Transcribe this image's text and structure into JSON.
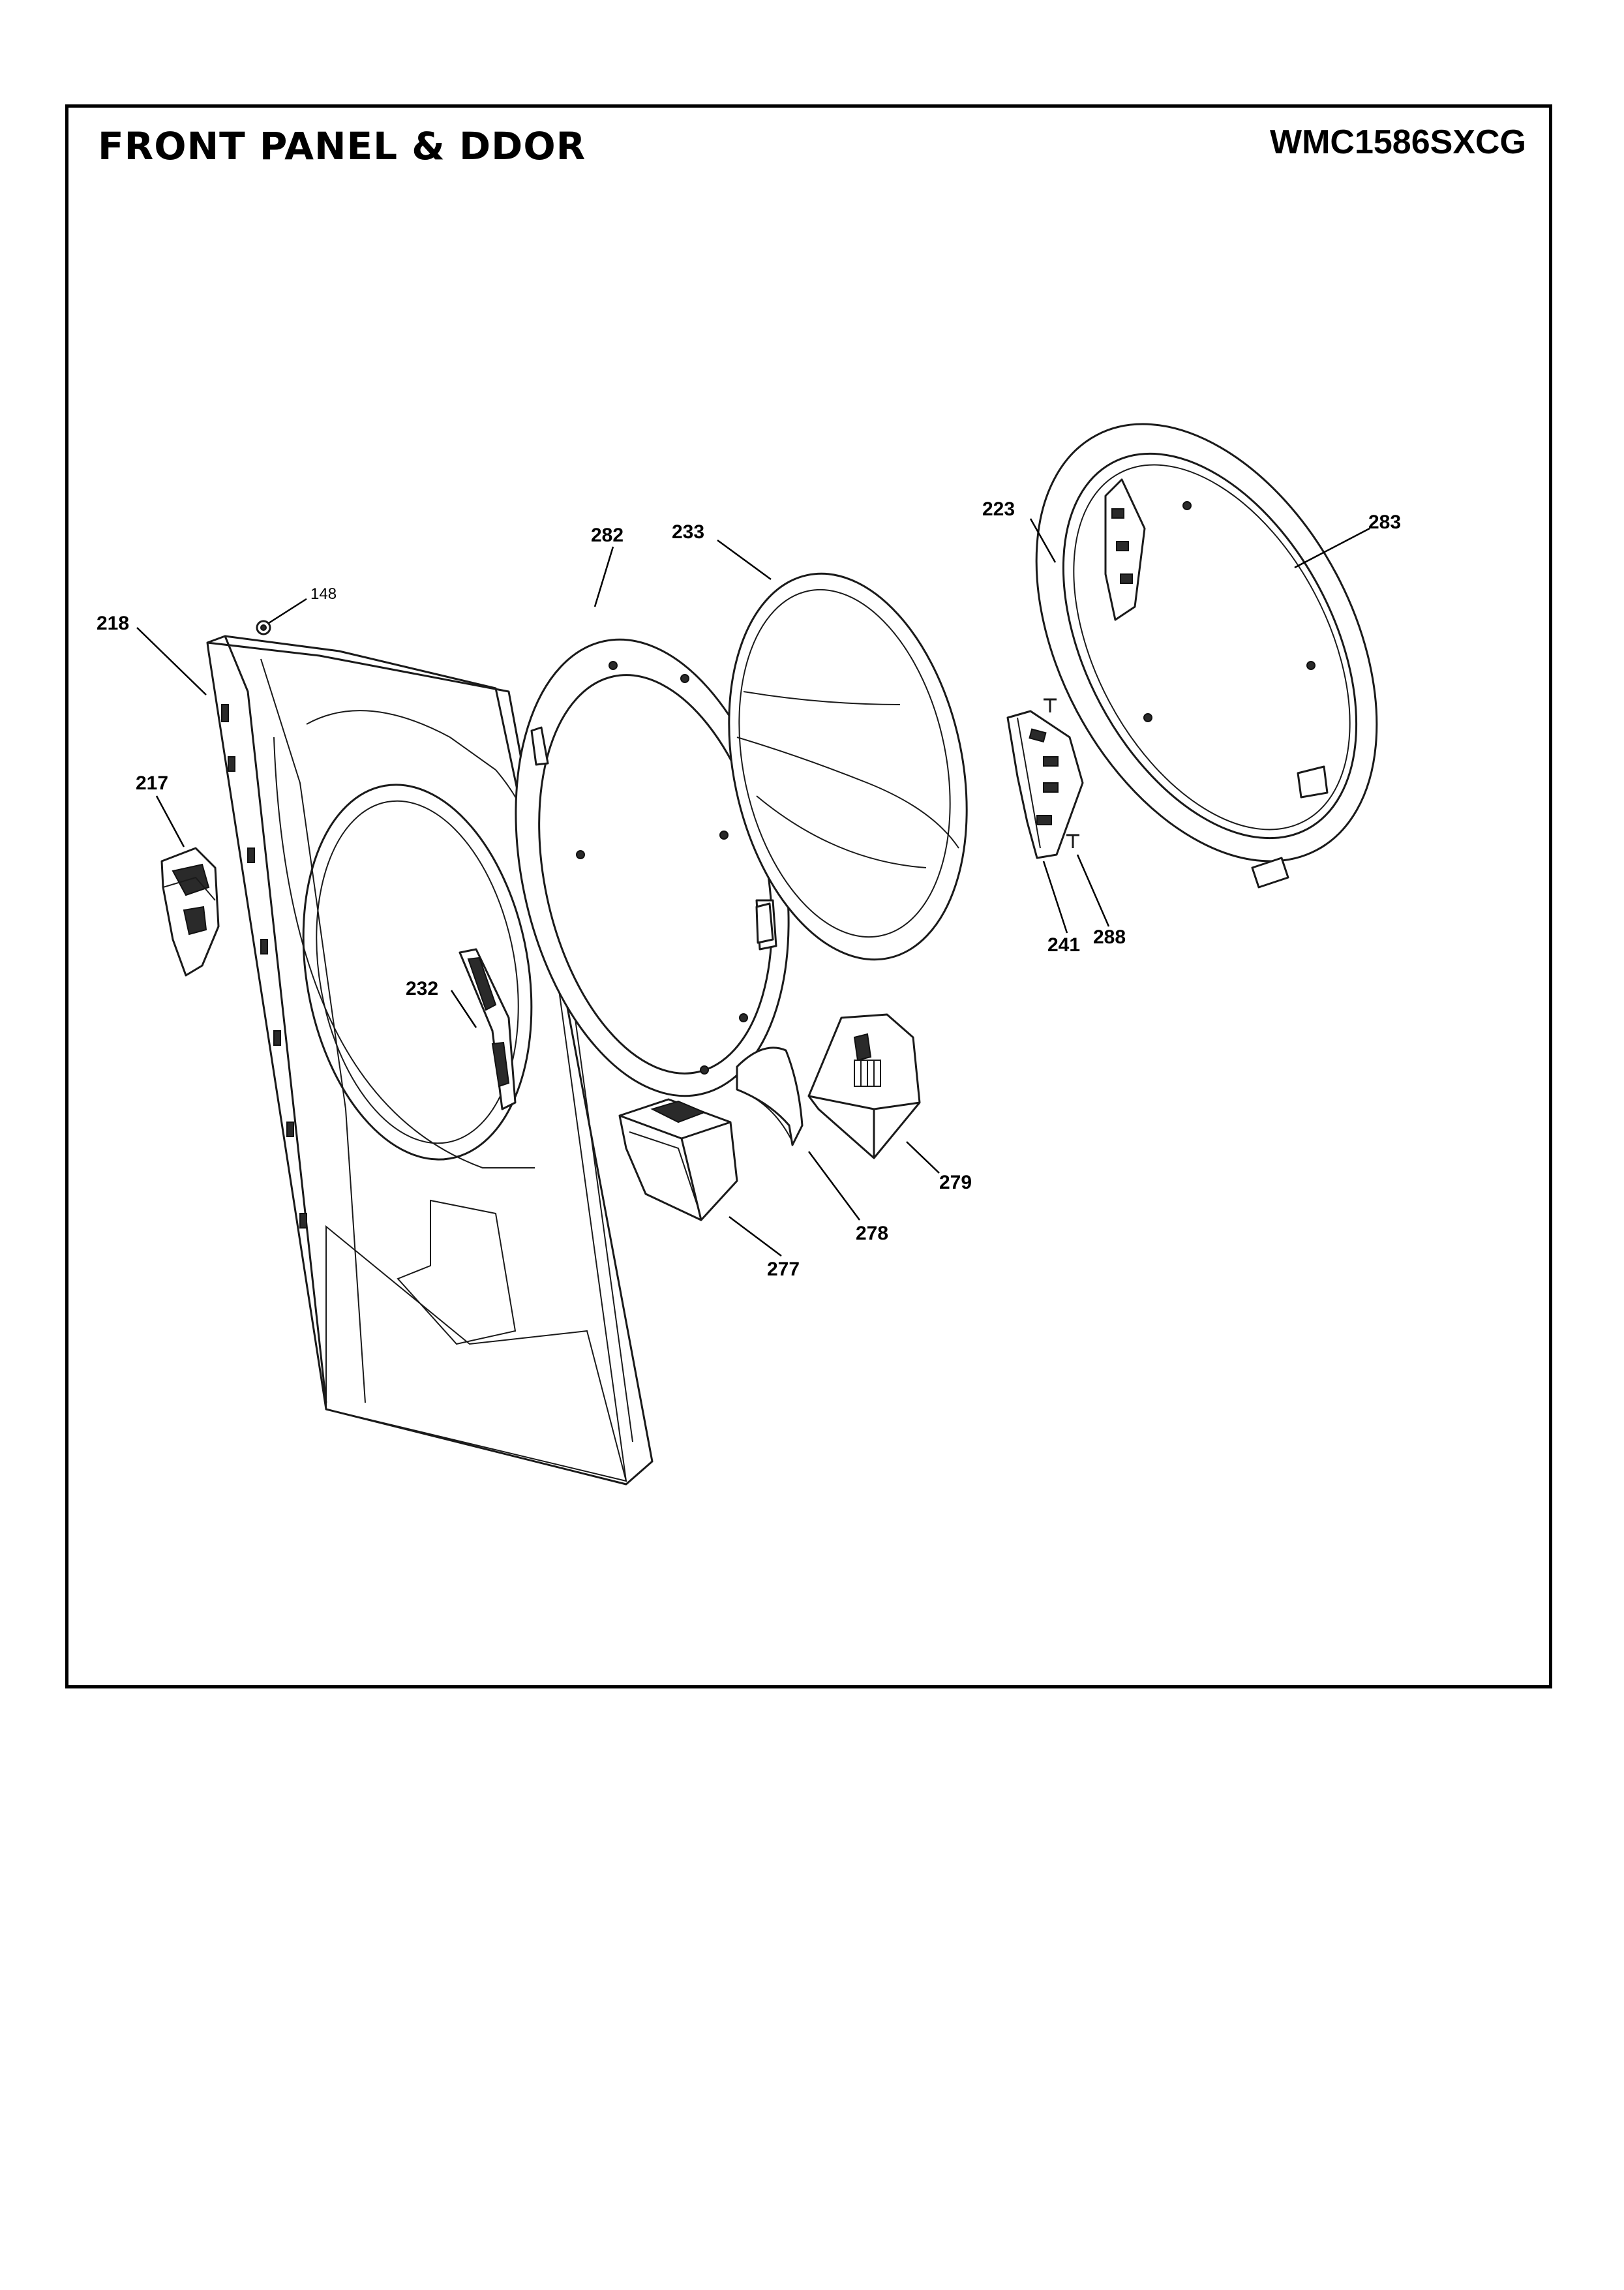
{
  "header": {
    "title": "FRONT PANEL & DDOR",
    "model": "WMC1586SXCG"
  },
  "callouts": {
    "p148": "148",
    "p218": "218",
    "p217": "217",
    "p232": "232",
    "p282": "282",
    "p233": "233",
    "p223": "223",
    "p283": "283",
    "p241": "241",
    "p288": "288",
    "p277": "277",
    "p278": "278",
    "p279": "279"
  }
}
